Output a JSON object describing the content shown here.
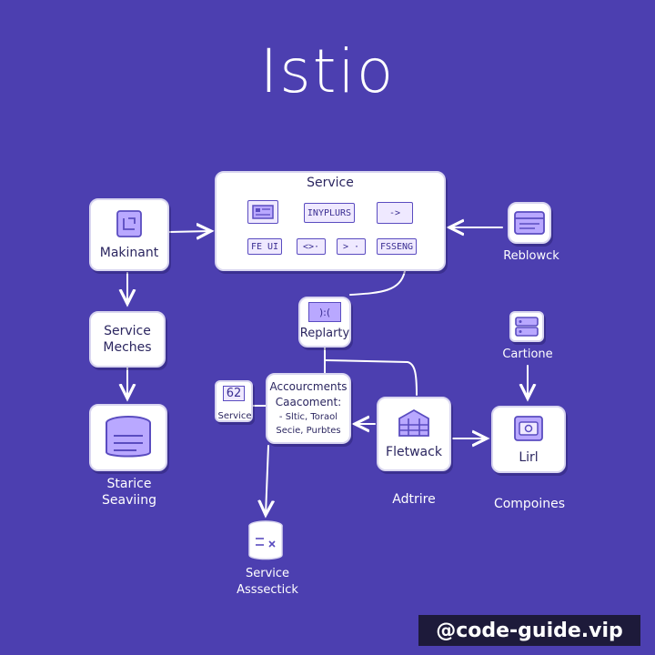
{
  "title": "Istio",
  "nodes": {
    "service_main": {
      "label": "Service"
    },
    "makinant": {
      "label": "Makinant"
    },
    "reblowck": {
      "label": "Reblowck"
    },
    "replarty": {
      "label": "Replarty"
    },
    "service_meches": {
      "line1": "Service",
      "line2": "Meches"
    },
    "cartione": {
      "label": "Cartione"
    },
    "accourcments": {
      "line1": "Accourcments",
      "line2": "Caacoment:",
      "line3": "- Sltic, Toraol",
      "line4": "Secie, Purbtes"
    },
    "small_service": {
      "badge": "62",
      "label": "Service"
    },
    "fletwack": {
      "label": "Fletwack"
    },
    "lirl": {
      "label": "Lirl"
    },
    "starice": {
      "line1": "Starice",
      "line2": "Seaviing"
    },
    "adtrire": {
      "label": "Adtrire"
    },
    "compoines": {
      "label": "Compoines"
    },
    "service_asssectick": {
      "line1": "Service",
      "line2": "Asssectick"
    }
  },
  "service_chips": {
    "row1": [
      "",
      "INYPLURS",
      "->"
    ],
    "row2": [
      "FE UI",
      "<>·",
      "> ·",
      "FSSENG"
    ]
  },
  "replarty_chip": "):(",
  "watermark": "@code-guide.vip",
  "colors": {
    "background": "#4c3fb0",
    "accent": "#9b7cf0",
    "line": "#ffffff",
    "node_fill": "#ffffff"
  }
}
